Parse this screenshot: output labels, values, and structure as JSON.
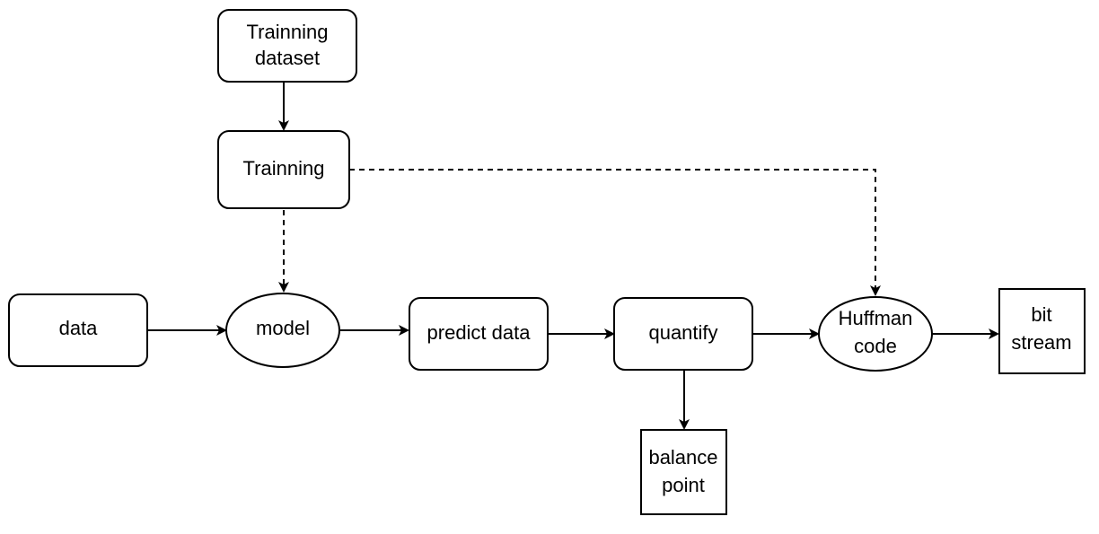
{
  "nodes": {
    "training_dataset": {
      "line1": "Trainning",
      "line2": "dataset"
    },
    "training": {
      "label": "Trainning"
    },
    "data": {
      "label": "data"
    },
    "model": {
      "label": "model"
    },
    "predict_data": {
      "label": "predict data"
    },
    "quantify": {
      "label": "quantify"
    },
    "huffman_code": {
      "line1": "Huffman",
      "line2": "code"
    },
    "bit_stream": {
      "line1": "bit",
      "line2": "stream"
    },
    "balance_point": {
      "line1": "balance",
      "line2": "point"
    }
  },
  "edges": [
    {
      "from": "training_dataset",
      "to": "training",
      "style": "solid"
    },
    {
      "from": "training",
      "to": "model",
      "style": "dashed"
    },
    {
      "from": "training",
      "to": "huffman_code",
      "style": "dashed"
    },
    {
      "from": "data",
      "to": "model",
      "style": "solid"
    },
    {
      "from": "model",
      "to": "predict_data",
      "style": "solid"
    },
    {
      "from": "predict_data",
      "to": "quantify",
      "style": "solid"
    },
    {
      "from": "quantify",
      "to": "huffman_code",
      "style": "solid"
    },
    {
      "from": "huffman_code",
      "to": "bit_stream",
      "style": "solid"
    },
    {
      "from": "quantify",
      "to": "balance_point",
      "style": "solid"
    }
  ]
}
